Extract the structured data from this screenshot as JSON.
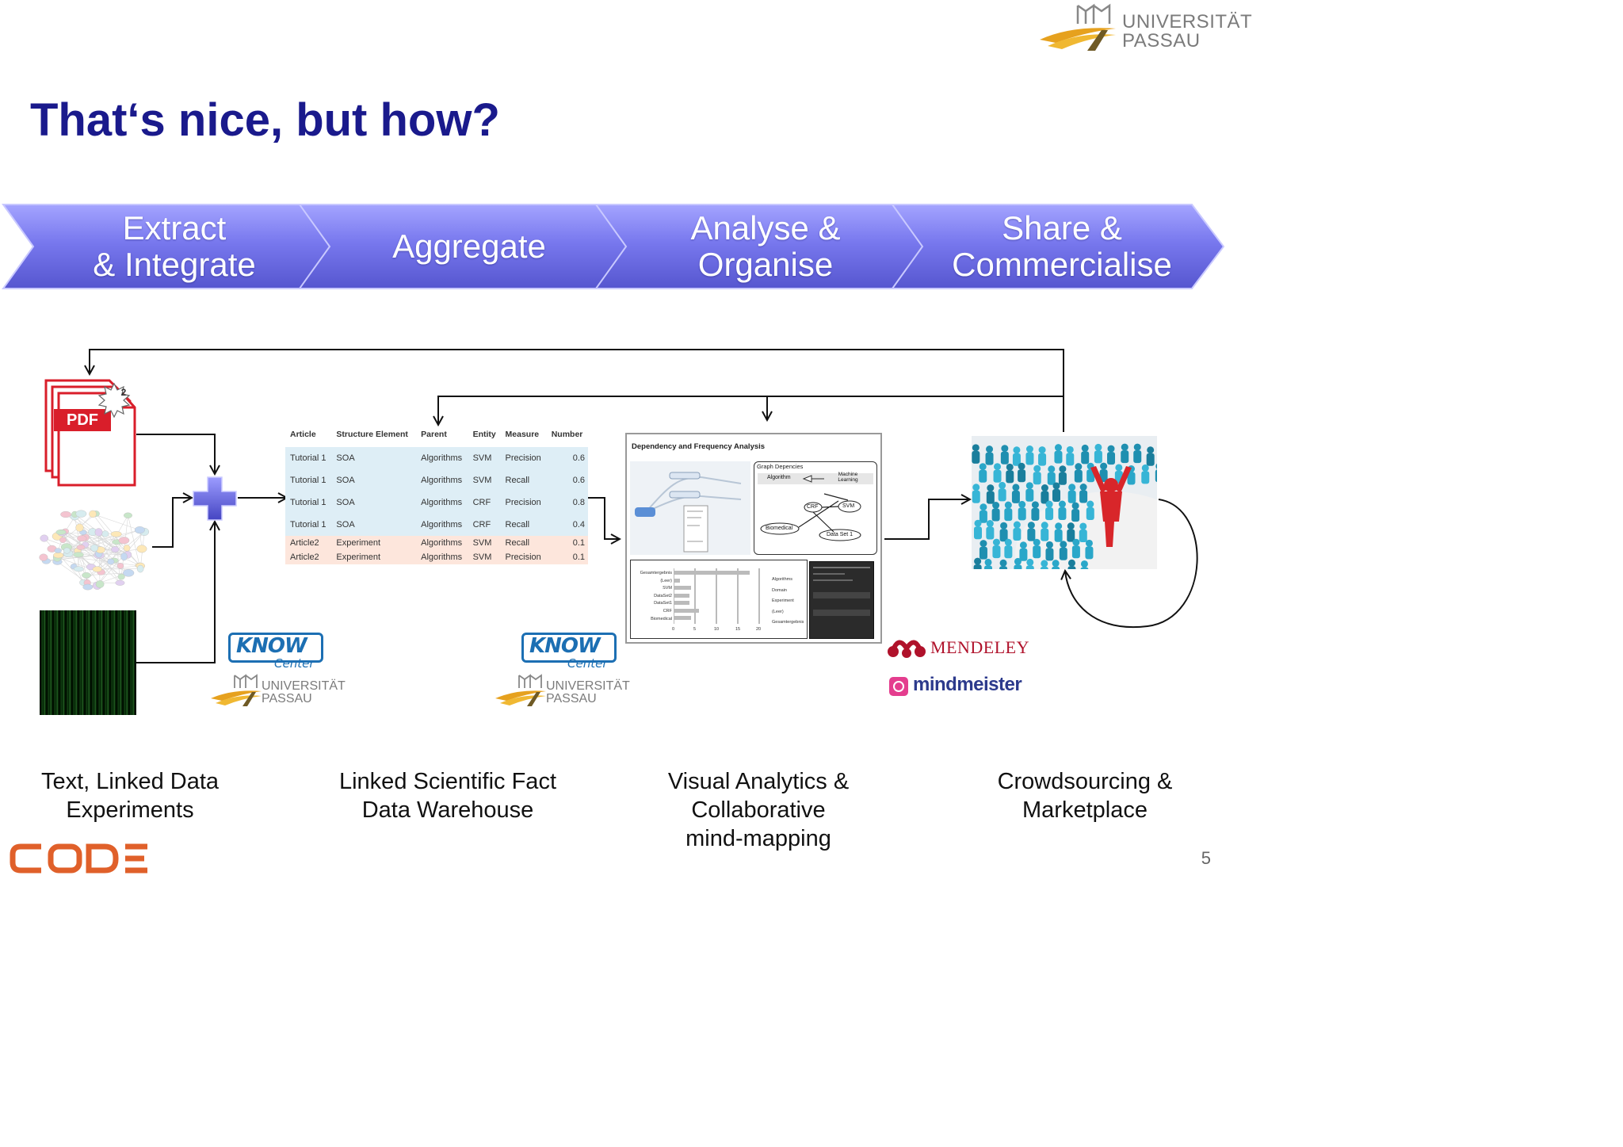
{
  "logo_top": {
    "line1": "UNIVERSITÄT",
    "line2": "PASSAU"
  },
  "title": "That‘s nice, but how?",
  "process_steps": [
    {
      "label": "Extract\n& Integrate"
    },
    {
      "label": "Aggregate"
    },
    {
      "label": "Analyse &\nOrganise"
    },
    {
      "label": "Share &\nCommercialise"
    }
  ],
  "pdf_icon": {
    "label": "PDF",
    "badge": "2"
  },
  "table": {
    "headers": [
      "Article",
      "Structure Element",
      "Parent",
      "Entity",
      "Measure",
      "Number"
    ],
    "rows": [
      [
        "Tutorial 1",
        "SOA",
        "Algorithms",
        "SVM",
        "Precision",
        "0.6"
      ],
      [
        "Tutorial 1",
        "SOA",
        "Algorithms",
        "SVM",
        "Recall",
        "0.6"
      ],
      [
        "Tutorial 1",
        "SOA",
        "Algorithms",
        "CRF",
        "Precision",
        "0.8"
      ],
      [
        "Tutorial 1",
        "SOA",
        "Algorithms",
        "CRF",
        "Recall",
        "0.4"
      ],
      [
        "Article2",
        "Experiment",
        "Algorithms",
        "SVM",
        "Recall",
        "0.1"
      ],
      [
        "Article2",
        "Experiment",
        "Algorithms",
        "SVM",
        "Precision",
        "0.1"
      ]
    ]
  },
  "visual_analytics": {
    "title": "Dependency and Frequency Analysis",
    "graph_title": "Graph Depencies",
    "nodes": [
      "Algorithm",
      "Machine Learning",
      "CRF",
      "SVM",
      "Biomedical",
      "Data Set 1"
    ],
    "bar_labels": [
      "Gesamtergebnis",
      "(Leer)",
      "SVM",
      "DataSet2",
      "DataSet1",
      "CRF",
      "Biomedical"
    ],
    "axis_ticks": [
      "0",
      "5",
      "10",
      "15",
      "20"
    ],
    "right_labels": [
      "Algorithms",
      "Domain",
      "Experiment",
      "(Leer)",
      "Gesamtergebnis"
    ]
  },
  "know_center": {
    "word": "KNOW",
    "sub": "Center"
  },
  "uni_logo": {
    "line1": "UNIVERSITÄT",
    "line2": "PASSAU"
  },
  "mendeley": "MENDELEY",
  "mindmeister": "mindmeister",
  "captions": [
    "Text, Linked Data\nExperiments",
    "Linked Scientific Fact\nData Warehouse",
    "Visual Analytics &\nCollaborative\nmind-mapping",
    "Crowdsourcing &\nMarketplace"
  ],
  "code_logo": "CODE",
  "slide_number": "5",
  "colors": {
    "title": "#1a1a8c",
    "chevron": "#7a7af0",
    "orange": "#e0602a",
    "know_blue": "#1c6fb3",
    "mendeley_red": "#b0122b"
  }
}
